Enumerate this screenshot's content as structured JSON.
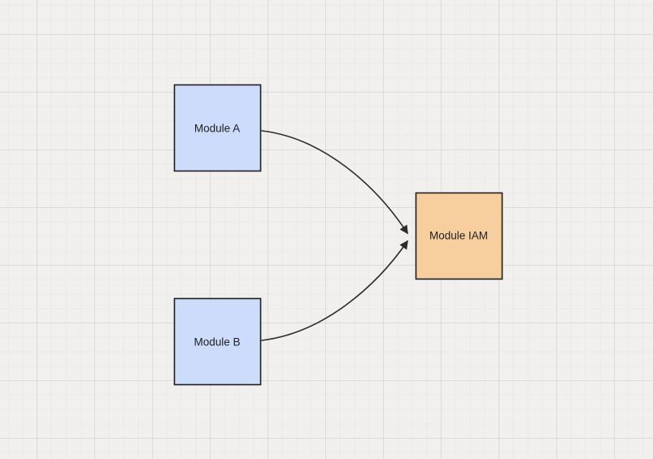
{
  "canvas": {
    "background_color": "#f1f0ee",
    "grid_color": "#e2e1de"
  },
  "nodes": [
    {
      "id": "module-a",
      "label": "Module A",
      "fill": "#ccdcfa",
      "stroke": "#1e1e1e"
    },
    {
      "id": "module-b",
      "label": "Module B",
      "fill": "#ccdcfa",
      "stroke": "#1e1e1e"
    },
    {
      "id": "module-iam",
      "label": "Module IAM",
      "fill": "#f7cf9f",
      "stroke": "#1e1e1e"
    }
  ],
  "edges": [
    {
      "from": "module-a",
      "to": "module-iam",
      "arrow": "end"
    },
    {
      "from": "module-b",
      "to": "module-iam",
      "arrow": "end"
    }
  ],
  "edge_style": {
    "stroke_color": "#2b2b2b"
  }
}
